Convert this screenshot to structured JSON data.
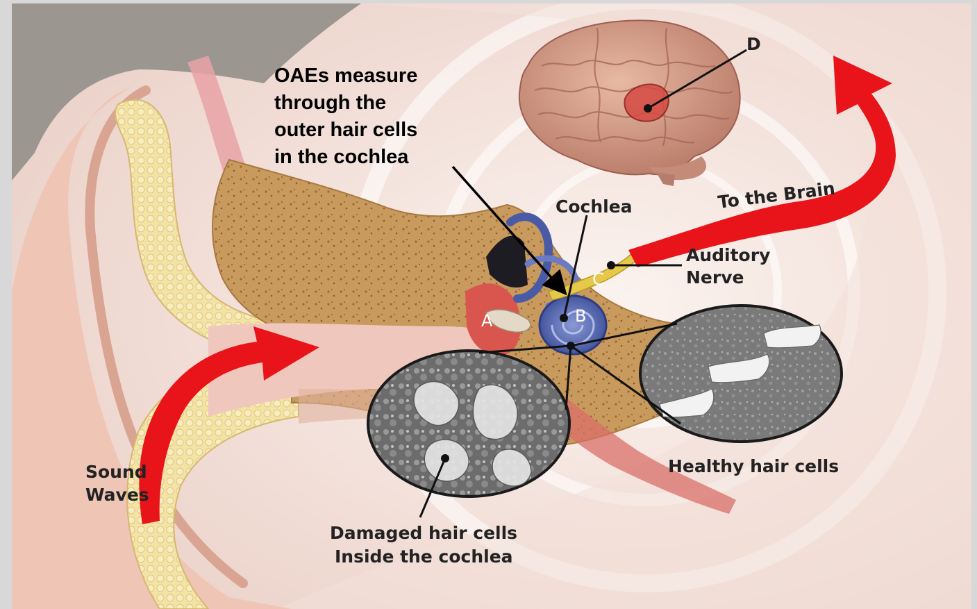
{
  "annotation": {
    "lines": [
      "OAEs measure",
      "through the",
      "outer hair cells",
      "in the cochlea"
    ]
  },
  "labels": {
    "cochlea": "Cochlea",
    "to_the_brain": "To the Brain",
    "auditory_nerve": [
      "Auditory",
      "Nerve"
    ],
    "healthy_hair_cells": "Healthy hair cells",
    "damaged_hair_cells": [
      "Damaged hair cells",
      "Inside the cochlea"
    ],
    "sound_waves": [
      "Sound",
      "Waves"
    ]
  },
  "markers": {
    "a": "A",
    "b": "B",
    "c": "C",
    "d": "D"
  },
  "colors": {
    "arrow_red": "#e8141a",
    "bone": "#c99a5e",
    "skin": "#f2ddd5",
    "cochlea_blue": "#5a6fb8",
    "nerve_yellow": "#e6c84a"
  }
}
